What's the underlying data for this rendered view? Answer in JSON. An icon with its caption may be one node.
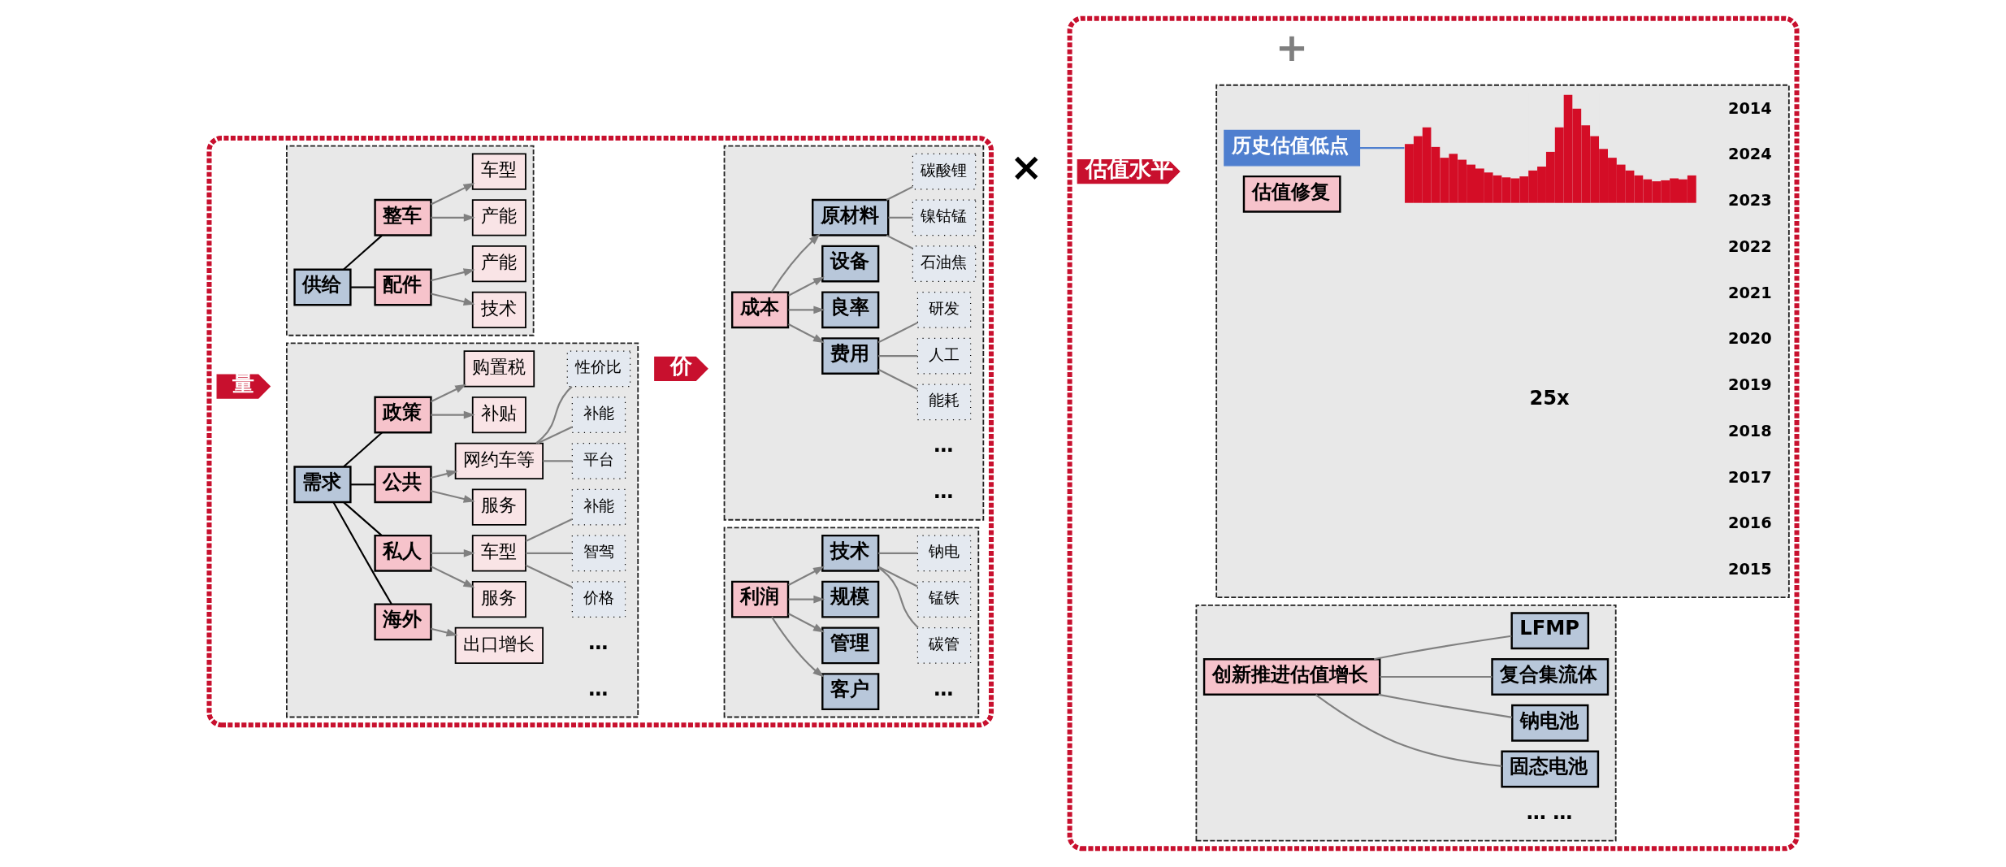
{
  "diagram": {
    "nodes": [
      {
        "text": [],
        "shape": "box"
      },
      {
        "text": [
          "量"
        ],
        "in": 0
      },
      {
        "text": [],
        "shape": "box",
        "in": 0
      },
      {
        "text": [
          "供给"
        ],
        "in": 2
      },
      {
        "text": [
          "整车"
        ],
        "in": 2
      },
      {
        "text": [
          "车型"
        ],
        "in": 2
      },
      {
        "text": [
          "产能"
        ],
        "in": 2
      },
      {
        "text": [
          "配件"
        ],
        "in": 2
      },
      {
        "text": [
          "产能"
        ],
        "in": 2
      },
      {
        "text": [
          "技术"
        ],
        "in": 2
      },
      {
        "text": [],
        "shape": "box",
        "in": 0
      },
      {
        "text": [
          "需求"
        ],
        "in": 10
      },
      {
        "text": [
          "政策"
        ],
        "in": 10
      },
      {
        "text": [
          "购置税"
        ],
        "in": 10
      },
      {
        "text": [
          "补贴"
        ],
        "in": 10
      },
      {
        "text": [
          "公共"
        ],
        "in": 10
      },
      {
        "text": [
          "网约车等"
        ],
        "in": 10
      },
      {
        "text": [
          "服务"
        ],
        "in": 10
      },
      {
        "text": [
          "性价比"
        ],
        "in": 10
      },
      {
        "text": [
          "补能"
        ],
        "in": 10
      },
      {
        "text": [
          "平台"
        ],
        "in": 10
      },
      {
        "text": [
          "私人"
        ],
        "in": 10
      },
      {
        "text": [
          "车型"
        ],
        "in": 10
      },
      {
        "text": [
          "服务"
        ],
        "in": 10
      },
      {
        "text": [
          "补能"
        ],
        "in": 10
      },
      {
        "text": [
          "智驾"
        ],
        "in": 10
      },
      {
        "text": [
          "价格"
        ],
        "in": 10
      },
      {
        "text": [
          "海外"
        ],
        "in": 10
      },
      {
        "text": [
          "出口增长"
        ],
        "in": 10
      },
      {
        "text": [
          "价"
        ],
        "in": 0
      },
      {
        "text": [],
        "shape": "box",
        "in": 0
      },
      {
        "text": [
          "成本"
        ],
        "in": 30
      },
      {
        "text": [
          "原材料"
        ],
        "in": 30
      },
      {
        "text": [
          "设备"
        ],
        "in": 30
      },
      {
        "text": [
          "良率"
        ],
        "in": 30
      },
      {
        "text": [
          "费用"
        ],
        "in": 30
      },
      {
        "text": [
          "碳酸锂"
        ],
        "in": 30
      },
      {
        "text": [
          "镍钴锰"
        ],
        "in": 30
      },
      {
        "text": [
          "石油焦"
        ],
        "in": 30
      },
      {
        "text": [
          "研发"
        ],
        "in": 30
      },
      {
        "text": [
          "人工"
        ],
        "in": 30
      },
      {
        "text": [
          "能耗"
        ],
        "in": 30
      },
      {
        "text": [],
        "shape": "box",
        "in": 0
      },
      {
        "text": [
          "利润"
        ],
        "in": 42
      },
      {
        "text": [
          "技术"
        ],
        "in": 42
      },
      {
        "text": [
          "规模"
        ],
        "in": 42
      },
      {
        "text": [
          "管理"
        ],
        "in": 42
      },
      {
        "text": [
          "客户"
        ],
        "in": 42
      },
      {
        "text": [
          "钠电"
        ],
        "in": 42
      },
      {
        "text": [
          "锰铁"
        ],
        "in": 42
      },
      {
        "text": [
          "碳管"
        ],
        "in": 42
      },
      {
        "text": [],
        "shape": "box"
      },
      {
        "text": [
          "估值水平"
        ],
        "in": 51
      },
      {
        "text": [],
        "shape": "box",
        "in": 51
      },
      {
        "text": [],
        "shape": "picture",
        "in": 53
      },
      {
        "text": [
          "估值修复"
        ],
        "in": 53
      },
      {
        "text": [
          "历史估值低点"
        ],
        "in": 53
      },
      {
        "text": [],
        "shape": "box",
        "in": 51
      },
      {
        "text": [
          "创新推进估值增长"
        ],
        "in": 57
      },
      {
        "text": [
          "LFMP"
        ],
        "in": 57
      },
      {
        "text": [
          "复合集流体"
        ],
        "in": 57
      },
      {
        "text": [
          "钠电池"
        ],
        "in": 57
      },
      {
        "text": [
          "固态电池"
        ],
        "in": 57
      }
    ],
    "edges": [
      {
        "from": 3,
        "to": 4,
        "arrow": "none",
        "color": "#000000"
      },
      {
        "from": 3,
        "to": 7,
        "arrow": "none",
        "color": "#000000"
      },
      {
        "from": 4,
        "to": 5,
        "arrow": "to"
      },
      {
        "from": 4,
        "to": 6,
        "arrow": "to"
      },
      {
        "from": 7,
        "to": 8,
        "arrow": "to"
      },
      {
        "from": 7,
        "to": 9,
        "arrow": "to"
      },
      {
        "from": 11,
        "to": 12,
        "arrow": "none",
        "color": "#000000"
      },
      {
        "from": 11,
        "to": 15,
        "arrow": "none",
        "color": "#000000"
      },
      {
        "from": 11,
        "to": 21,
        "arrow": "none",
        "color": "#000000"
      },
      {
        "from": 11,
        "to": 27,
        "arrow": "none",
        "color": "#000000"
      },
      {
        "from": 12,
        "to": 13,
        "arrow": "to"
      },
      {
        "from": 12,
        "to": 14,
        "arrow": "to"
      },
      {
        "from": 15,
        "to": 16,
        "arrow": "to"
      },
      {
        "from": 15,
        "to": 17,
        "arrow": "to"
      },
      {
        "from": 16,
        "to": 18,
        "arrow": "none"
      },
      {
        "from": 16,
        "to": 19,
        "arrow": "none"
      },
      {
        "from": 16,
        "to": 20,
        "arrow": "none"
      },
      {
        "from": 21,
        "to": 22,
        "arrow": "to"
      },
      {
        "from": 21,
        "to": 23,
        "arrow": "to"
      },
      {
        "from": 22,
        "to": 24,
        "arrow": "none"
      },
      {
        "from": 22,
        "to": 25,
        "arrow": "none"
      },
      {
        "from": 22,
        "to": 26,
        "arrow": "none"
      },
      {
        "from": 27,
        "to": 28,
        "arrow": "to"
      },
      {
        "from": 31,
        "to": 32,
        "arrow": "to"
      },
      {
        "from": 31,
        "to": 33,
        "arrow": "to"
      },
      {
        "from": 31,
        "to": 34,
        "arrow": "to"
      },
      {
        "from": 31,
        "to": 35,
        "arrow": "to"
      },
      {
        "from": 32,
        "to": 36,
        "arrow": "none"
      },
      {
        "from": 32,
        "to": 37,
        "arrow": "none"
      },
      {
        "from": 32,
        "to": 38,
        "arrow": "none"
      },
      {
        "from": 35,
        "to": 39,
        "arrow": "none"
      },
      {
        "from": 35,
        "to": 40,
        "arrow": "none"
      },
      {
        "from": 35,
        "to": 41,
        "arrow": "none"
      },
      {
        "from": 43,
        "to": 44,
        "arrow": "to"
      },
      {
        "from": 43,
        "to": 45,
        "arrow": "to"
      },
      {
        "from": 43,
        "to": 46,
        "arrow": "to"
      },
      {
        "from": 43,
        "to": 47,
        "arrow": "to"
      },
      {
        "from": 44,
        "to": 48,
        "arrow": "none"
      },
      {
        "from": 44,
        "to": 49,
        "arrow": "none"
      },
      {
        "from": 44,
        "to": 50,
        "arrow": "none"
      },
      {
        "from": 56,
        "to": 54,
        "arrow": "none",
        "color": "#4f7fcf"
      },
      {
        "from": 58,
        "to": 59,
        "arrow": "none"
      },
      {
        "from": 58,
        "to": 60,
        "arrow": "none"
      },
      {
        "from": 58,
        "to": 61,
        "arrow": "none"
      },
      {
        "from": 58,
        "to": 62,
        "arrow": "none"
      }
    ],
    "labels": [
      "…",
      "…",
      "…",
      "…",
      "…",
      "×",
      "25x",
      "2014",
      "2015",
      "2016",
      "2017",
      "2018",
      "2019",
      "2020",
      "2021",
      "2022",
      "2023",
      "2024",
      "+",
      "… …"
    ]
  }
}
